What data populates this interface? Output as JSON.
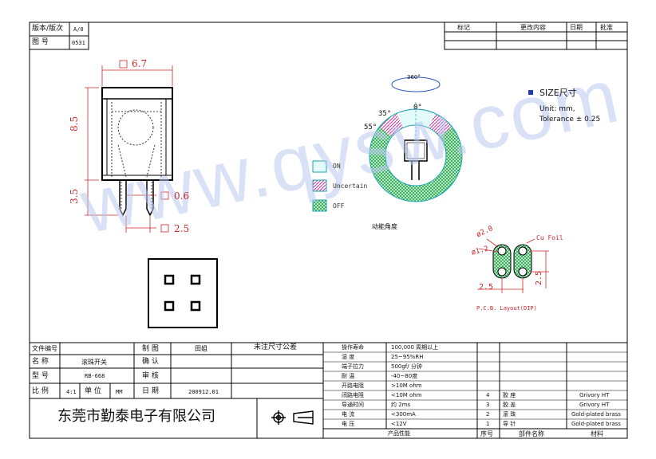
{
  "header": {
    "version_label": "版本/版次",
    "version_value": "A/0",
    "drawing_no_label": "图 号",
    "drawing_no_value": "0531",
    "rev_cols": [
      "标记",
      "更改内容",
      "日期",
      "批准"
    ]
  },
  "dims": {
    "width": "6.7",
    "body_height": "8.5",
    "pin_height": "3.5",
    "pin_width": "0.6",
    "pin_pitch": "2.5"
  },
  "size_note": {
    "title": "SIZE尺寸",
    "unit": "Unit: mm,",
    "tolerance": "Tolerance ± 0.25"
  },
  "angles": {
    "rot": "360°",
    "a0": "0°",
    "a35": "35°",
    "a55": "55°",
    "caption": "动能角度"
  },
  "legend": {
    "on": "ON",
    "uncertain": "Uncertain",
    "off": "OFF"
  },
  "pcb": {
    "d1": "ø2.0",
    "d2": "ø1.2",
    "foil": "Cu Foil",
    "h": "2.5",
    "w": "2.5",
    "caption": "P.C.B. Layout(DIP)"
  },
  "watermark": "www.qysw.com",
  "titleblock": {
    "file_no_label": "文件编号",
    "name_label": "名 称",
    "name_value": "滚珠开关",
    "model_label": "型 号",
    "model_value": "RB-668",
    "scale_label": "比 例",
    "scale_value": "4:1",
    "unit_label": "单 位",
    "unit_value": "MM",
    "draw_label": "制 图",
    "draw_value": "田姐",
    "confirm_label": "确 认",
    "review_label": "审 核",
    "date_label": "日 期",
    "date_value": "200912.01",
    "tolerance_note": "未注尺寸公差",
    "company": "东莞市勤泰电子有限公司"
  },
  "performance": {
    "rows": [
      [
        "操作寿命",
        "100,000 周期以上"
      ],
      [
        "湿     度",
        "25~95%RH"
      ],
      [
        "端子拉力",
        "500gf/ 分钟"
      ],
      [
        "耐     温",
        "-40~80度"
      ],
      [
        "开路电阻",
        ">10M ohm"
      ],
      [
        "闭路电阻",
        "<10M ohm"
      ],
      [
        "导通时间",
        "约 2ms"
      ],
      [
        "电     流",
        "<300mA"
      ],
      [
        "电     压",
        "<12V"
      ]
    ],
    "footer": "产品性能"
  },
  "parts": {
    "rows": [
      [
        "4",
        "胶 座",
        "Grivory HT"
      ],
      [
        "3",
        "胶 盖",
        "Grivory HT"
      ],
      [
        "2",
        "滚 珠",
        "Gold-plated brass"
      ],
      [
        "1",
        "导 针",
        "Gold-plated brass"
      ]
    ],
    "footer": [
      "序号",
      "部件名称",
      "材料"
    ]
  }
}
